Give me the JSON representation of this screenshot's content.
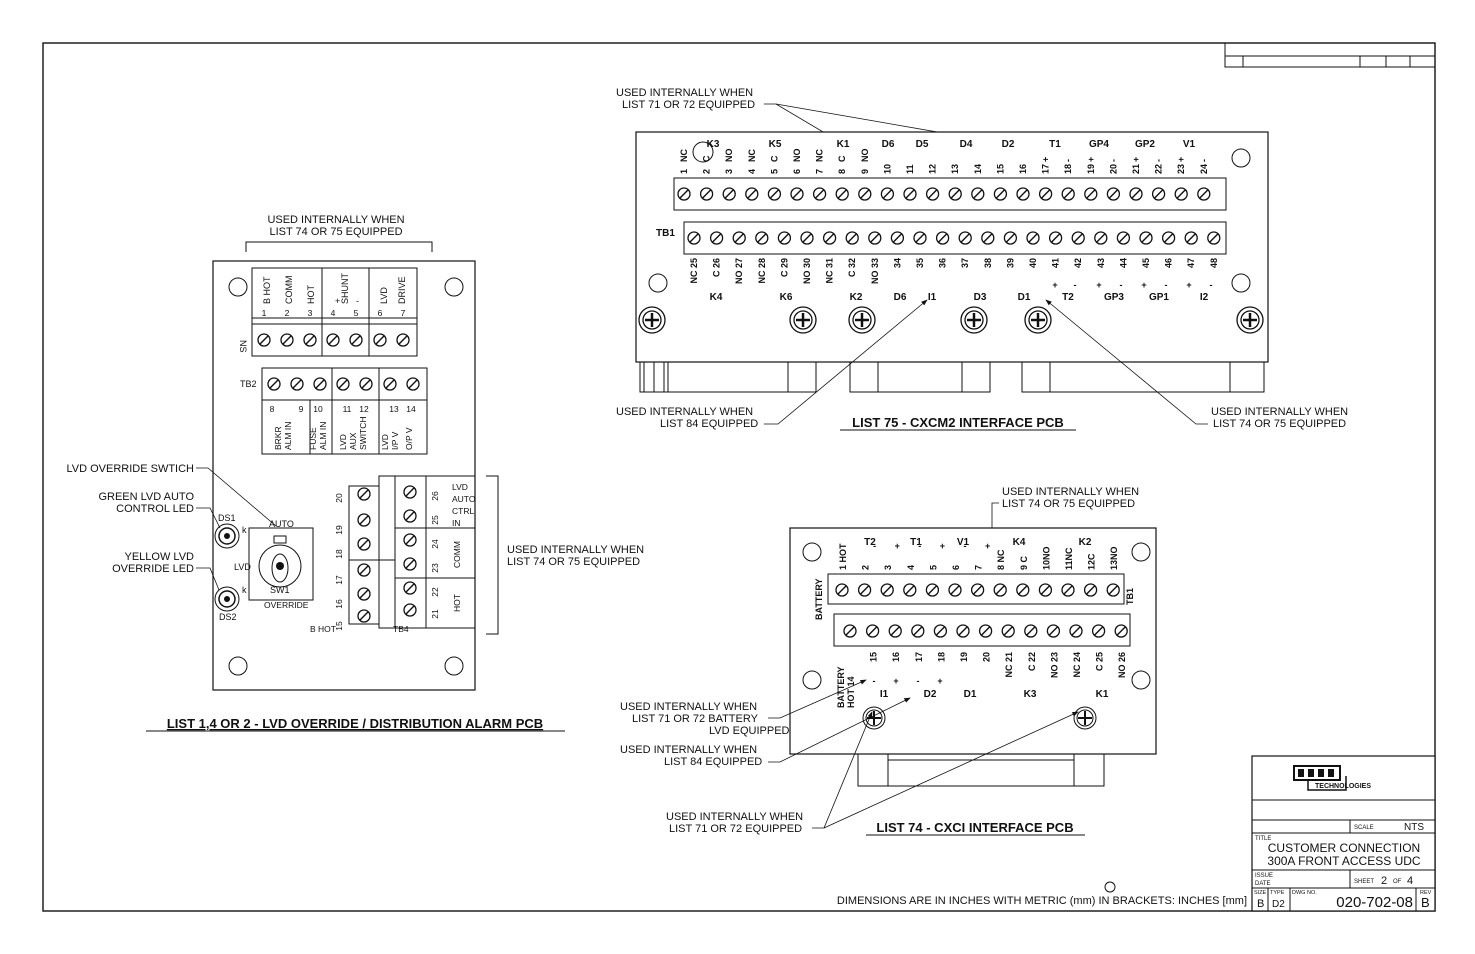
{
  "notes": {
    "tl_used": "USED INTERNALLY WHEN",
    "tl_list": "LIST 74 OR 75 EQUIPPED",
    "top_used": "USED INTERNALLY WHEN",
    "top_list": "LIST 71 OR 72 EQUIPPED",
    "r1_used": "USED INTERNALLY WHEN",
    "r1_list": "LIST 74 OR 75 EQUIPPED",
    "l84_used": "USED INTERNALLY WHEN",
    "l84_list": "LIST 84 EQUIPPED",
    "r2_used": "USED INTERNALLY WHEN",
    "r2_list": "LIST 74 OR 75 EQUIPPED",
    "c74_used": "USED INTERNALLY WHEN",
    "c74_list": "LIST 74 OR 75 EQUIPPED",
    "bat_used": "USED INTERNALLY WHEN",
    "bat_list": "LIST 71 OR 72 BATTERY",
    "bat_lvd": "LVD EQUIPPED",
    "b84_used": "USED INTERNALLY WHEN",
    "b84_list": "LIST 84 EQUIPPED",
    "b71_used": "USED INTERNALLY WHEN",
    "b71_list": "LIST 71 OR 72 EQUIPPED"
  },
  "callouts": {
    "lvd_switch": "LVD OVERRIDE SWTICH",
    "green_1": "GREEN LVD AUTO",
    "green_2": "CONTROL LED",
    "yellow_1": "YELLOW LVD",
    "yellow_2": "OVERRIDE LED"
  },
  "captions": {
    "lvd": "LIST 1,4 OR 2 - LVD OVERRIDE / DISTRIBUTION ALARM PCB",
    "cxcm2": "LIST 75 - CXCM2 INTERFACE PCB",
    "cxci": "LIST 74 - CXCI INTERFACE PCB"
  },
  "footer": "DIMENSIONS ARE IN INCHES WITH METRIC (mm) IN BRACKETS: INCHES [mm]",
  "title_block": {
    "brand": "TECHNOLOGIES",
    "scale_label": "SCALE",
    "scale_value": "NTS",
    "title_label": "TITLE",
    "title_1": "CUSTOMER CONNECTION",
    "title_2": "300A FRONT ACCESS UDC",
    "issue_label": "ISSUE",
    "date_label": "DATE",
    "sheet_label": "SHEET",
    "sheet_num": "2",
    "of_label": "OF",
    "sheet_total": "4",
    "size_label": "SIZE",
    "size_value": "B",
    "type_label": "TYPE",
    "type_value": "D2",
    "dwg_label": "DWG NO.",
    "dwg_value": "020-702-08",
    "rev_label": "REV",
    "rev_value": "B"
  },
  "lvd_pcb": {
    "top_groups": [
      "B HOT",
      "COMM",
      "HOT",
      "SHUNT",
      "LVD",
      "DRIVE"
    ],
    "top_nums": [
      "1",
      "2",
      "3",
      "4",
      "5",
      "6",
      "7"
    ],
    "shunt_plus": "+",
    "shunt_minus": "-",
    "ns_label": "NS",
    "tb2_label": "TB2",
    "bot_nums": [
      "8",
      "9",
      "10",
      "11",
      "12",
      "13",
      "14"
    ],
    "bot_groups": [
      "BRKR",
      "ALM IN",
      "FUSE",
      "ALM IN",
      "LVD",
      "AUX",
      "SWITCH",
      "LVD",
      "I/P V",
      "O/P V"
    ],
    "auto": "AUTO",
    "lvd": "LVD",
    "sw1": "SW1",
    "override": "OVERRIDE",
    "ds1": "DS1",
    "ds2": "DS2",
    "k1": "k",
    "k2": "k",
    "tb4_nums_left": [
      "20",
      "19",
      "18",
      "17",
      "16",
      "15"
    ],
    "tb4_nums_right": [
      "26",
      "25",
      "24",
      "23",
      "22",
      "21"
    ],
    "bhot": "B HOT",
    "tb4": "TB4",
    "lvd_auto": [
      "LVD",
      "AUTO",
      "CTRL",
      "IN"
    ],
    "comm": "COMM",
    "hot": "HOT",
    "side_used": "USED INTERNALLY WHEN",
    "side_list": "LIST 74 OR 75 EQUIPPED"
  },
  "cxcm2": {
    "top_groups": [
      "K3",
      "K5",
      "K1",
      "D6",
      "D5",
      "D4",
      "D2",
      "T1",
      "GP4",
      "GP2",
      "V1"
    ],
    "top_labels": [
      "NC",
      "C",
      "NO",
      "NC",
      "C",
      "NO",
      "NC",
      "C",
      "NO",
      "",
      "",
      "",
      "",
      "",
      "",
      "",
      "+",
      "-",
      "+",
      "-",
      "+",
      "-",
      "+",
      "-"
    ],
    "top_nums": [
      "1",
      "2",
      "3",
      "4",
      "5",
      "6",
      "7",
      "8",
      "9",
      "10",
      "11",
      "12",
      "13",
      "14",
      "15",
      "16",
      "17",
      "18",
      "19",
      "20",
      "21",
      "22",
      "23",
      "24"
    ],
    "tb1": "TB1",
    "bot_labels": [
      "NC 25",
      "C 26",
      "NO 27",
      "NC 28",
      "C 29",
      "NO 30",
      "NC 31",
      "C 32",
      "NO 33",
      "34",
      "35",
      "36",
      "37",
      "38",
      "39",
      "40",
      "41",
      "42",
      "43",
      "44",
      "45",
      "46",
      "47",
      "48"
    ],
    "bot_groups": [
      "K4",
      "K6",
      "K2",
      "D6",
      "I1",
      "D3",
      "D1",
      "T2",
      "GP3",
      "GP1",
      "I2"
    ],
    "pm": [
      "+",
      "-",
      "+",
      "-",
      "+",
      "-",
      "+",
      "-",
      "+",
      "-"
    ]
  },
  "cxci": {
    "top_nums": [
      "1 HOT",
      "2",
      "3",
      "4",
      "5",
      "6",
      "7",
      "8 NC",
      "9 C",
      "10NO",
      "11NC",
      "12C",
      "13NO"
    ],
    "top_signs": [
      "",
      "-",
      "+",
      "-",
      "+",
      "-",
      "+"
    ],
    "top_groups": [
      "T2",
      "T1",
      "V1",
      "K4",
      "K2"
    ],
    "battery": "BATTERY",
    "tb1": "TB1",
    "bot_nums": [
      "BATTERY HOT 14",
      "15",
      "16",
      "17",
      "18",
      "19",
      "20",
      "NC 21",
      "C 22",
      "NO 23",
      "NC 24",
      "C 25",
      "NO 26"
    ],
    "bot_signs": [
      "-",
      "+",
      "-",
      "+"
    ],
    "bot_groups": [
      "I1",
      "D2",
      "D1",
      "K3",
      "K1"
    ]
  }
}
